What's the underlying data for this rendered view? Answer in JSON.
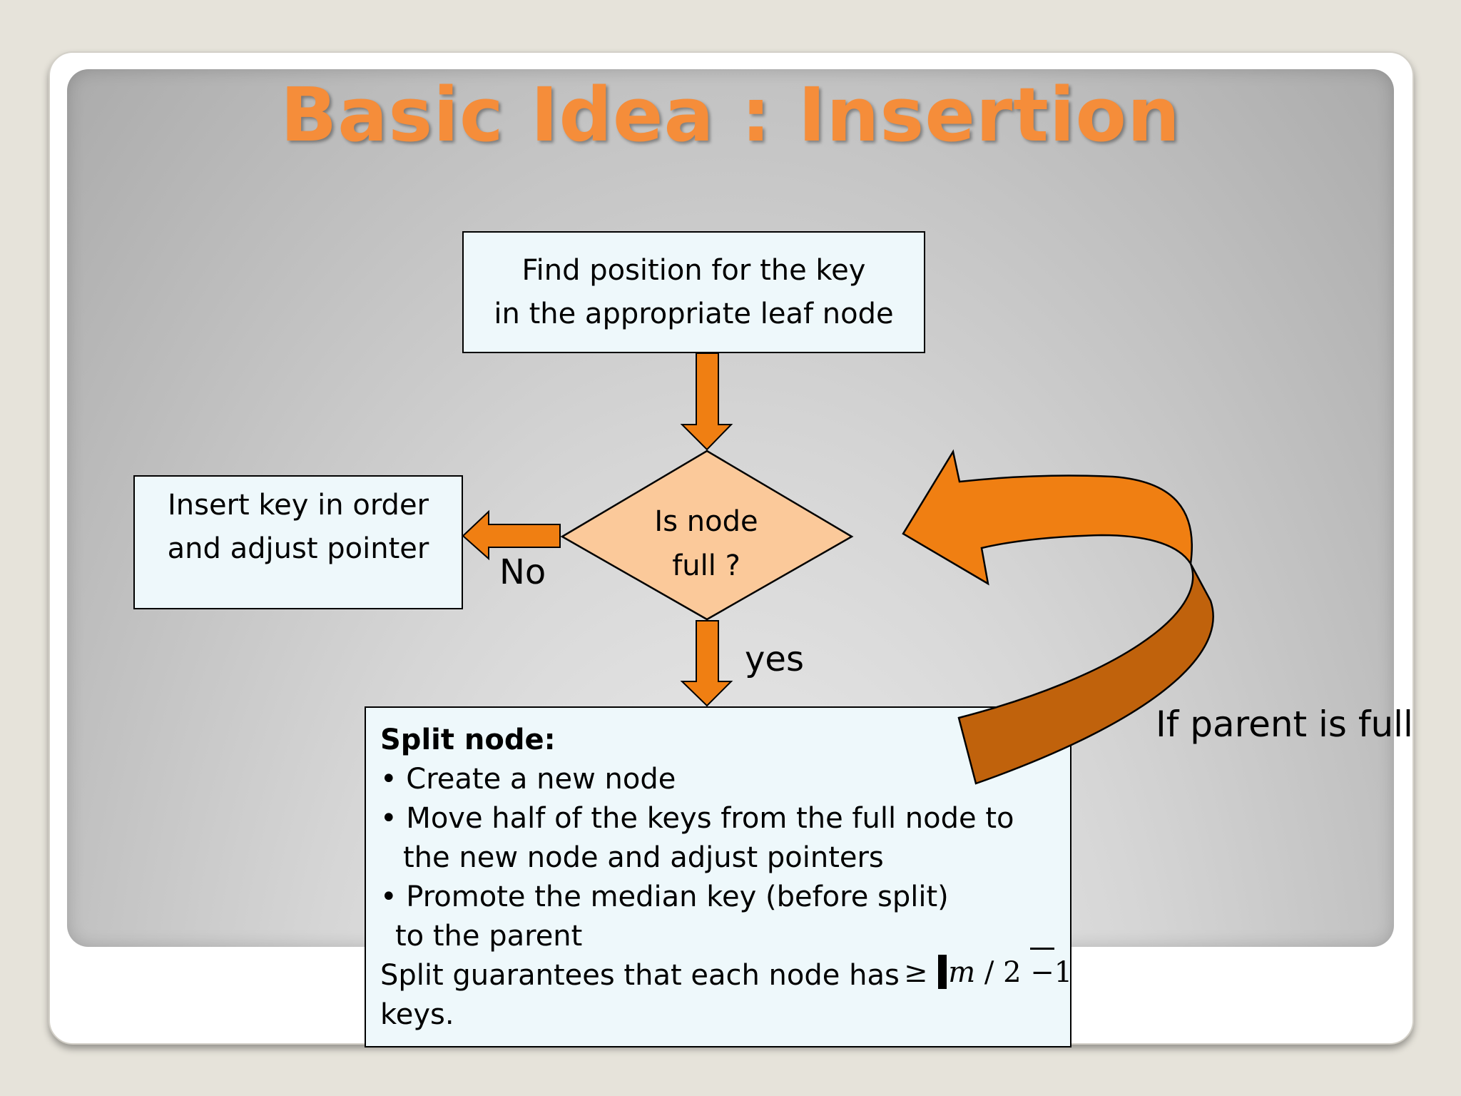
{
  "slide": {
    "title": "Basic Idea : Insertion",
    "find_box": {
      "line1": "Find position for the key",
      "line2": "in the appropriate leaf node"
    },
    "decision": {
      "line1": "Is node",
      "line2": "full ?"
    },
    "insert_box": {
      "line1": "Insert key in order",
      "line2": "and adjust pointer"
    },
    "no_label": "No",
    "yes_label": "yes",
    "parent_label": "If parent is full",
    "split_box": {
      "heading": "Split node:",
      "bullet1": "• Create a new node",
      "bullet2_line1": "• Move half of the keys from the full node to",
      "bullet2_line2": "the new node and adjust pointers",
      "bullet3_line1": "• Promote the median key (before split)",
      "bullet3_line2": "to the parent",
      "guarantee_line1": "Split guarantees that each node has",
      "guarantee_line2": "keys."
    },
    "formula": {
      "ge": "≥",
      "m": "m",
      "rest": "/ 2",
      "minus": "−1"
    },
    "colors": {
      "title": "#f58d3a",
      "arrow_fill": "#f07f12",
      "curved_arrow_dark": "#c0620c",
      "diamond_fill": "#fbc99a",
      "box_fill": "#eef8fb"
    }
  }
}
